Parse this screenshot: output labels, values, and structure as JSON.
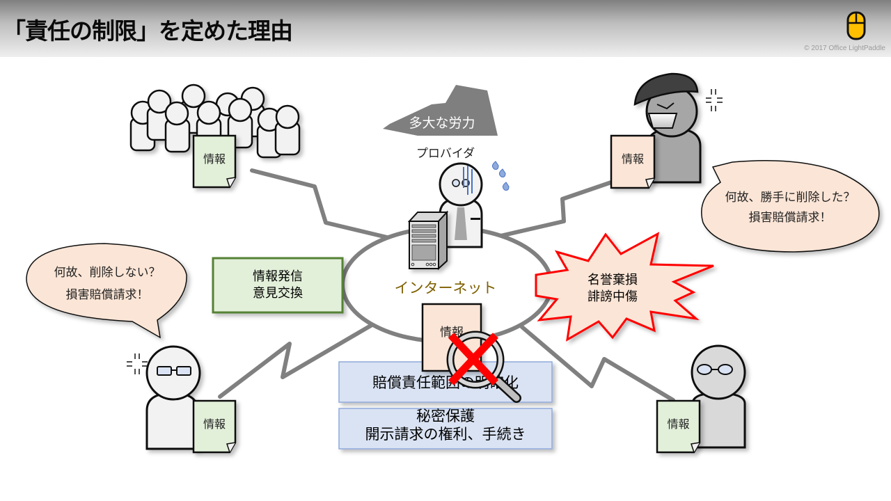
{
  "header": {
    "title": "「責任の制限」を定めた理由",
    "logo_icon": "mouse-icon",
    "copyright": "© 2017 Office LightPaddle"
  },
  "colors": {
    "doc_green": "#e2efd9",
    "doc_peach": "#fbe5d6",
    "box_green_border": "#548235",
    "box_blue": "#dae3f3",
    "box_blue_border": "#8faadc",
    "internet_text": "#7f6000",
    "burst_red": "#ff0000",
    "line_gray": "#808080",
    "mouse_yellow": "#ffc000"
  },
  "center": {
    "internet_label": "インターネット",
    "provider_label": "プロバイダ",
    "effort_label": "多大な労力",
    "doc_label": "情報"
  },
  "crowd": {
    "doc_label": "情報"
  },
  "attacker": {
    "doc_label": "情報",
    "speech": [
      "何故、勝手に削除した？",
      "損害賠償請求！"
    ]
  },
  "victim": {
    "doc_label": "情報",
    "speech": [
      "何故、削除しない？",
      "損害賠償請求！"
    ]
  },
  "bystander": {
    "doc_label": "情報"
  },
  "info_box": {
    "lines": [
      "情報発信",
      "意見交換"
    ]
  },
  "burst": {
    "lines": [
      "名誉棄損",
      "誹謗中傷"
    ]
  },
  "law_boxes": [
    {
      "lines": [
        "賠償責任範囲の明確化"
      ]
    },
    {
      "lines": [
        "秘密保護",
        "開示請求の権利、手続き"
      ]
    }
  ]
}
